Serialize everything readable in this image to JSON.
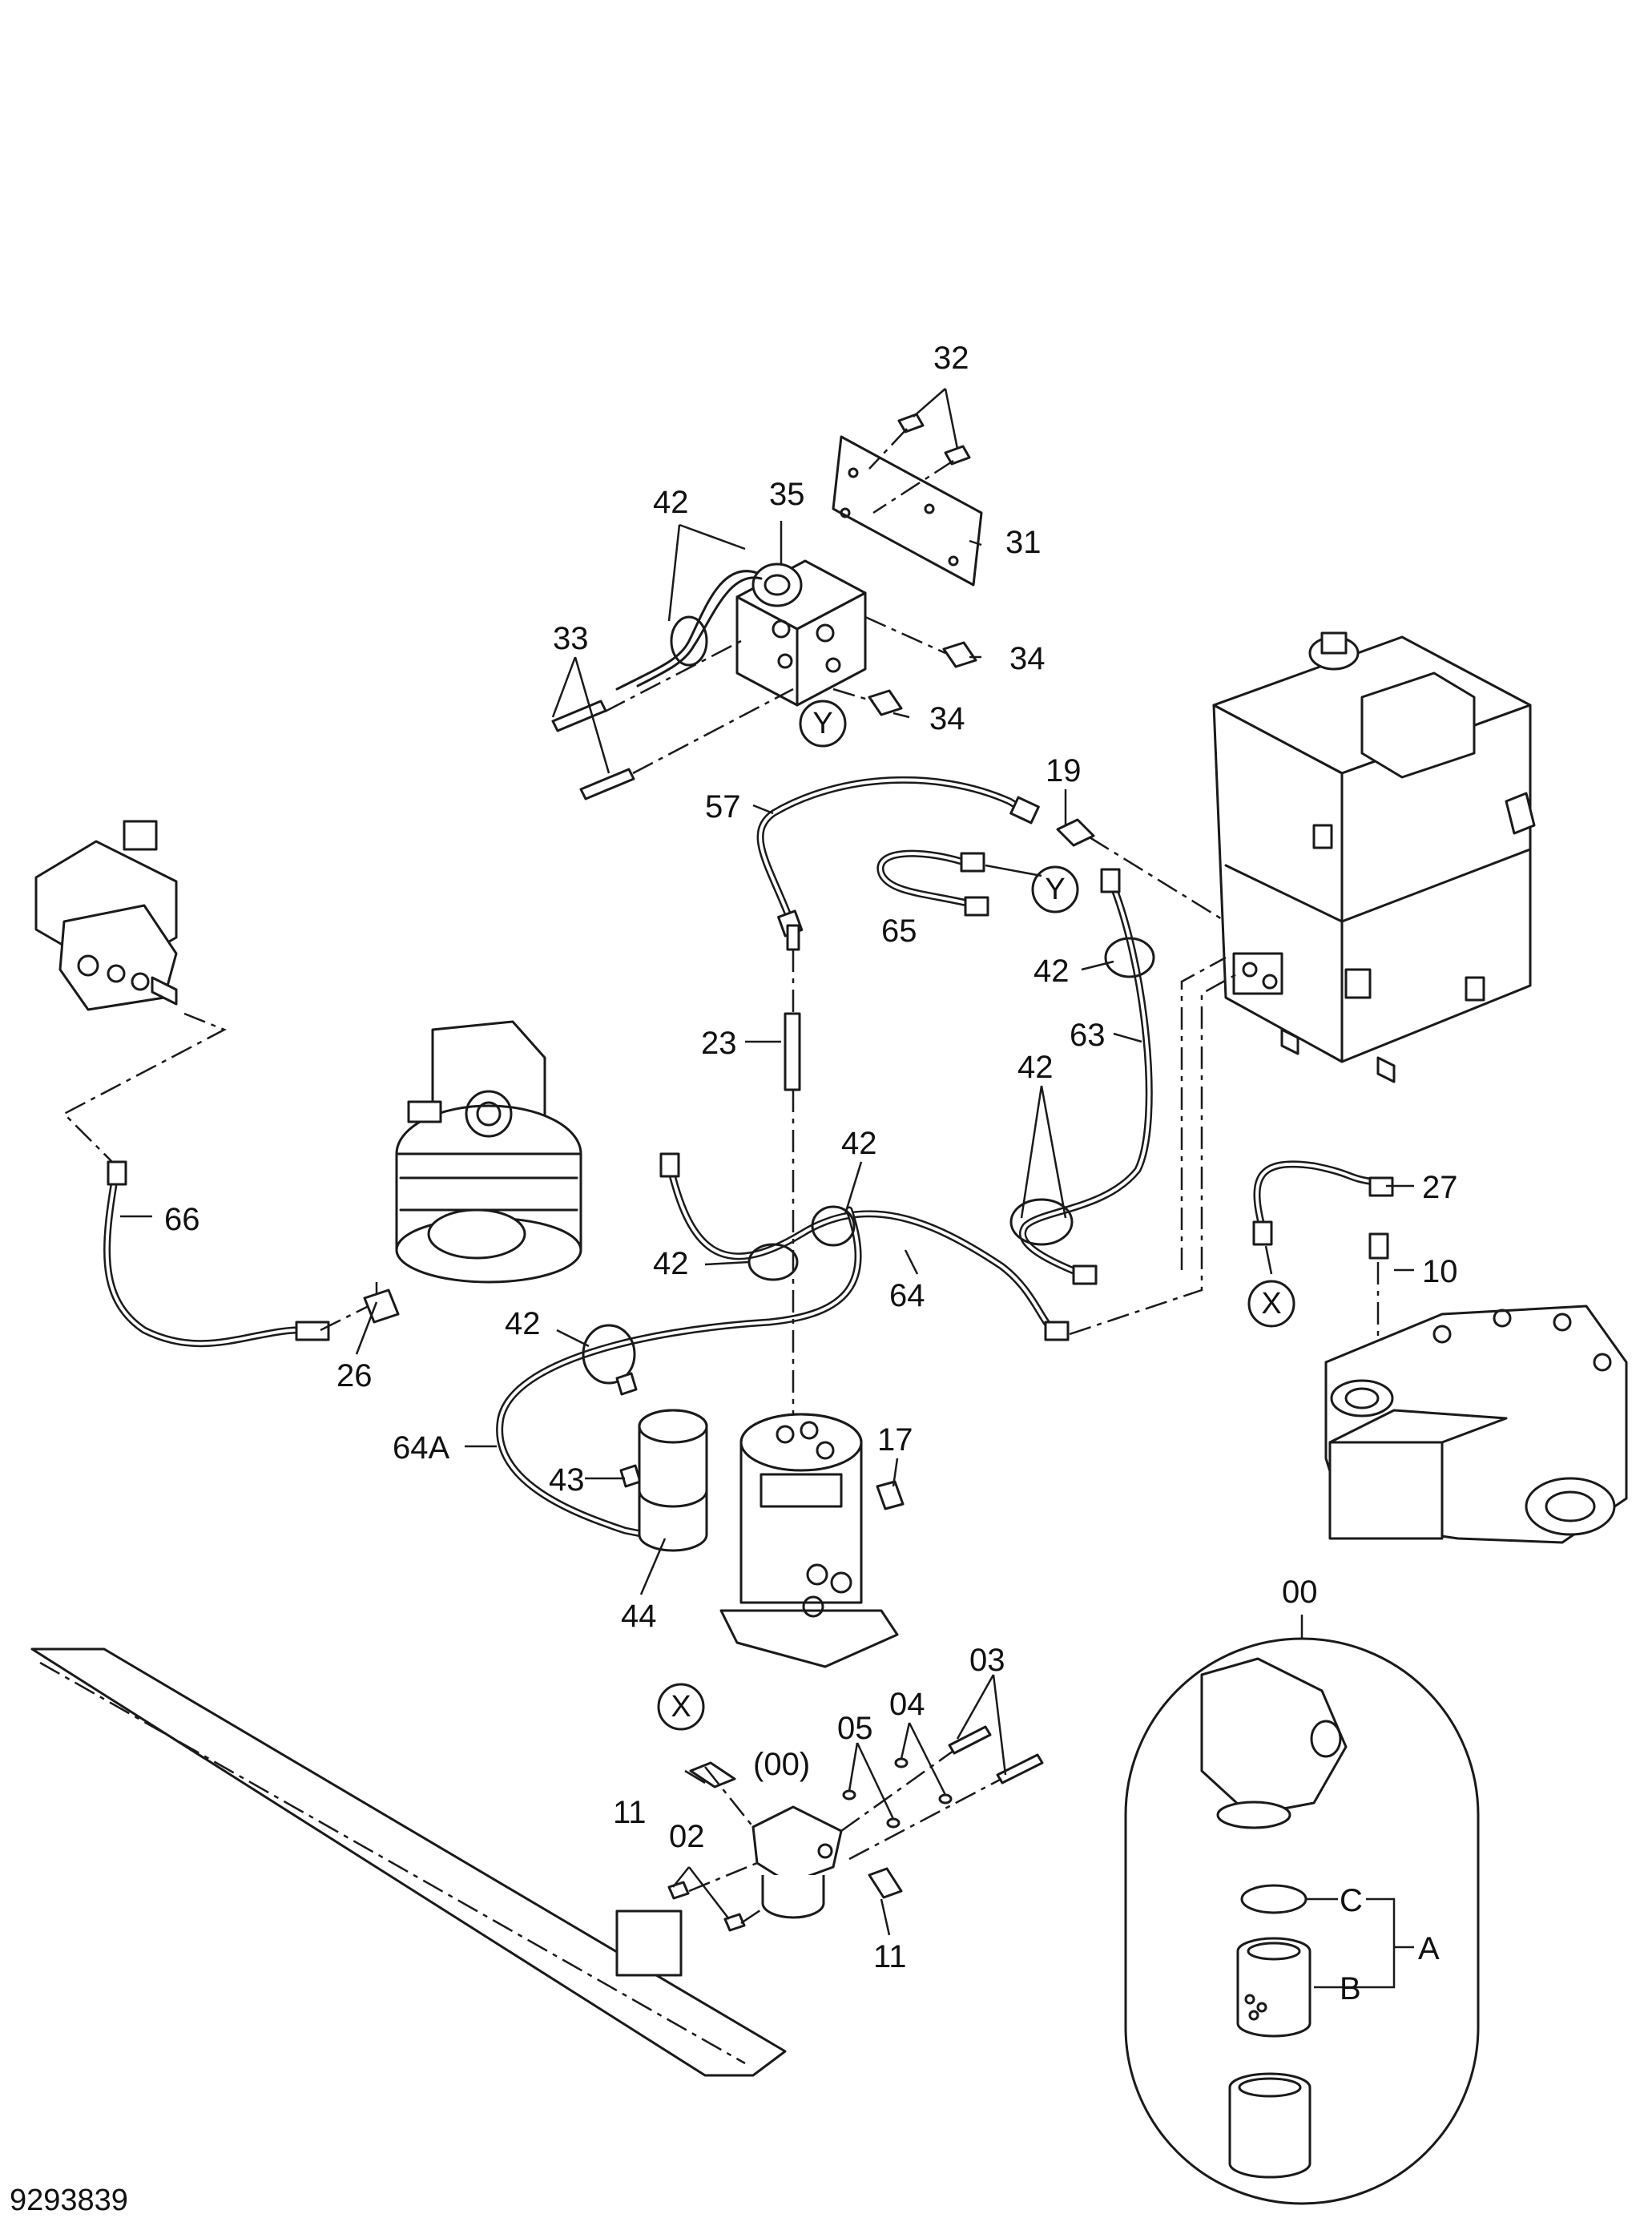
{
  "drawing_number": "9293839",
  "callouts": {
    "c32": "32",
    "c42a": "42",
    "c35": "35",
    "c31": "31",
    "c33": "33",
    "c34a": "34",
    "c34b": "34",
    "cYa": "Y",
    "c19": "19",
    "c57": "57",
    "cYb": "Y",
    "c65": "65",
    "c42b": "42",
    "c63": "63",
    "c23": "23",
    "c42c": "42",
    "c42d": "42",
    "c66": "66",
    "c42e": "42",
    "c64": "64",
    "c27": "27",
    "c10": "10",
    "cXa": "X",
    "c26": "26",
    "c42f": "42",
    "c64A": "64A",
    "c43": "43",
    "c17": "17",
    "c44": "44",
    "c00": "00",
    "c03": "03",
    "c04": "04",
    "c05": "05",
    "c00p": "(00)",
    "cXb": "X",
    "c11a": "11",
    "c02": "02",
    "c11b": "11",
    "cC": "C",
    "cA": "A",
    "cB": "B"
  }
}
